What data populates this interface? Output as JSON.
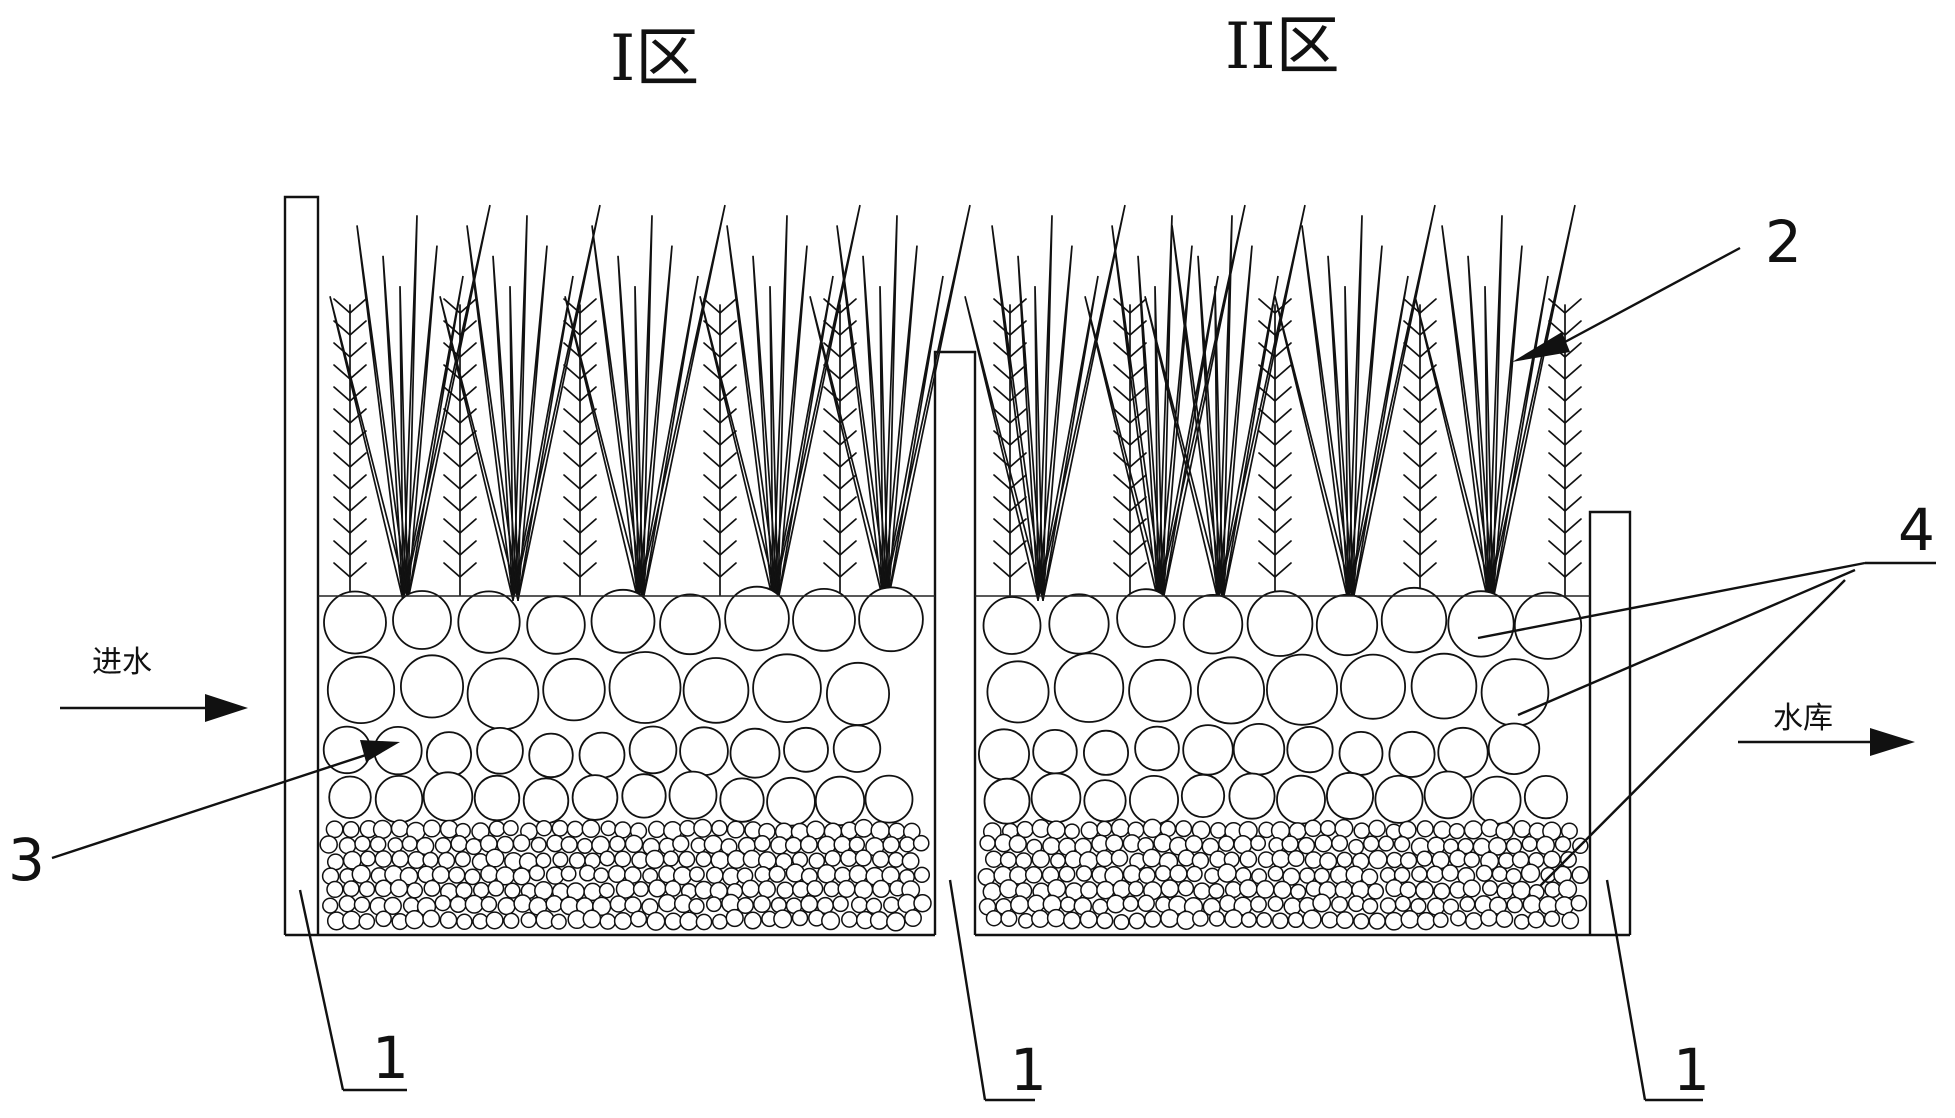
{
  "zones": {
    "zone1_title": "I区",
    "zone2_title": "II区"
  },
  "flows": {
    "inlet_label": "进水",
    "outlet_label": "水库"
  },
  "callouts": {
    "wall_left": "1",
    "wall_middle": "1",
    "wall_right": "1",
    "plant": "2",
    "stone_zone1": "3",
    "stones_zone2": "4"
  },
  "colors": {
    "line": "#111111",
    "background": "#ffffff"
  }
}
